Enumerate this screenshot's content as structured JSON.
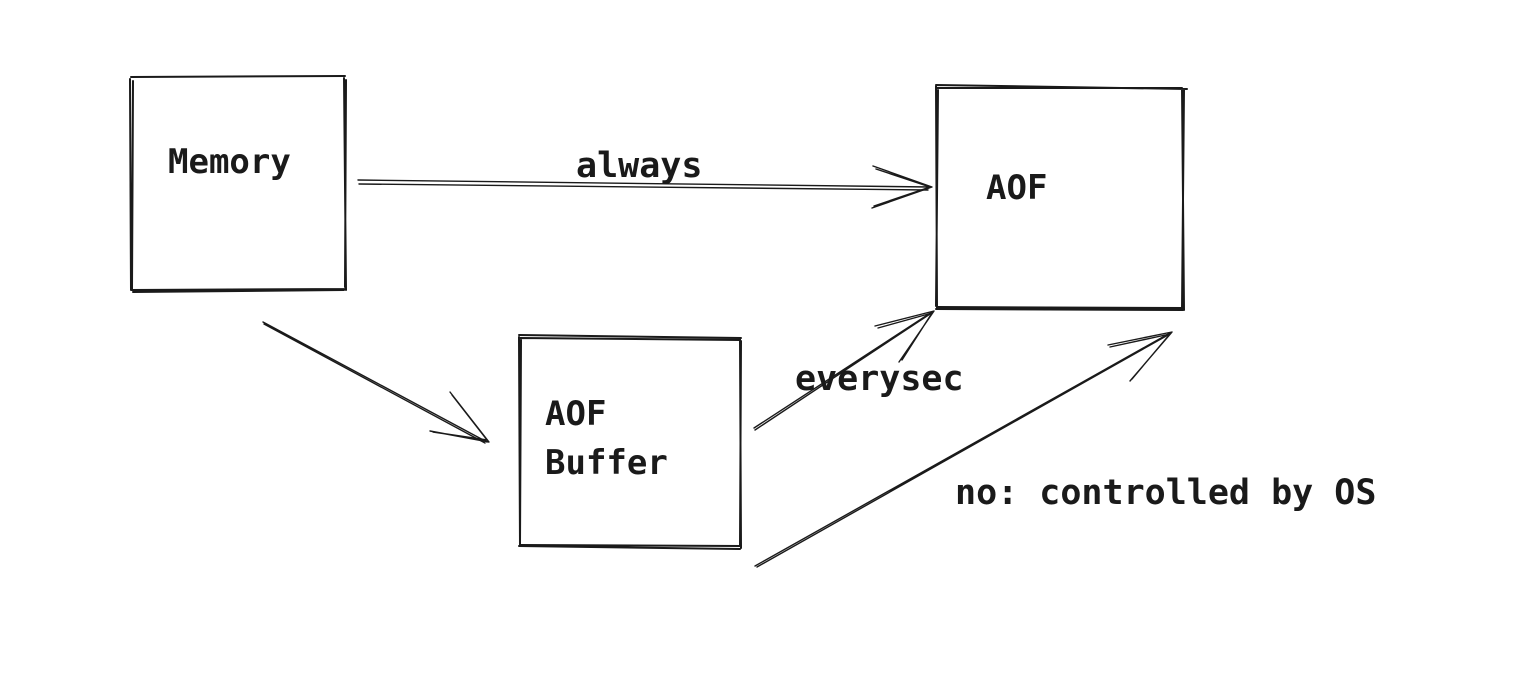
{
  "nodes": {
    "memory": {
      "label": "Memory"
    },
    "aof": {
      "label": "AOF"
    },
    "aof_buffer": {
      "label_line1": "AOF",
      "label_line2": "Buffer"
    }
  },
  "edges": {
    "always": {
      "label": "always"
    },
    "everysec": {
      "label": "everysec"
    },
    "no": {
      "label": "no: controlled by OS"
    }
  },
  "colors": {
    "stroke": "#1a1a1a",
    "background": "#ffffff"
  }
}
